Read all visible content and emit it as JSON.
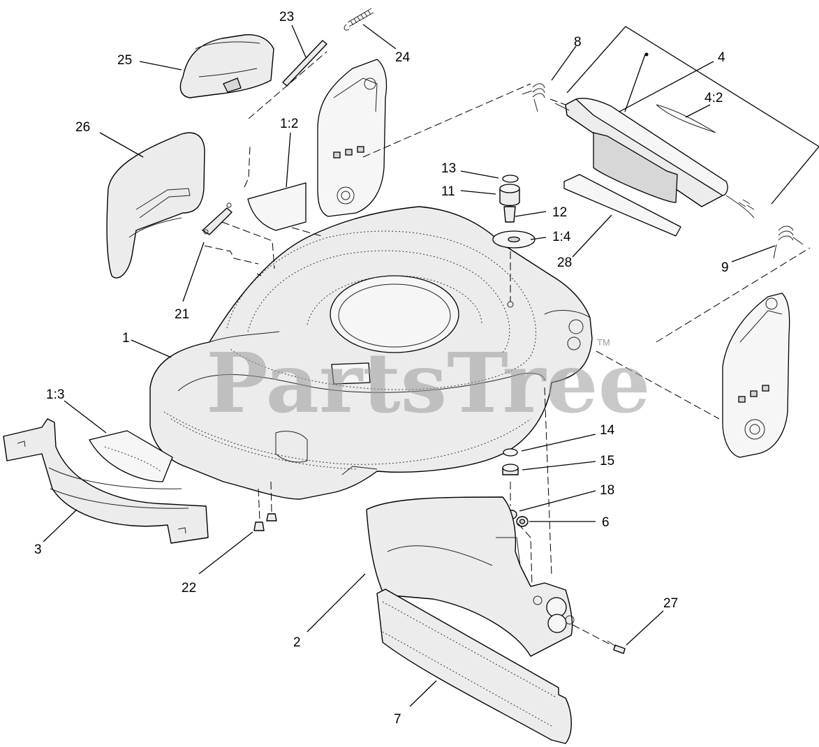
{
  "diagram": {
    "watermark": "PartsTree",
    "watermark_mark": "TM",
    "labels": {
      "p1": "1",
      "p1_2": "1:2",
      "p1_3": "1:3",
      "p1_4": "1:4",
      "p2": "2",
      "p3": "3",
      "p4": "4",
      "p4_2": "4:2",
      "p6": "6",
      "p7": "7",
      "p8": "8",
      "p9": "9",
      "p11": "11",
      "p12": "12",
      "p13": "13",
      "p14": "14",
      "p15": "15",
      "p18": "18",
      "p21": "21",
      "p22": "22",
      "p23": "23",
      "p24": "24",
      "p25": "25",
      "p26": "26",
      "p27": "27",
      "p28": "28"
    }
  }
}
